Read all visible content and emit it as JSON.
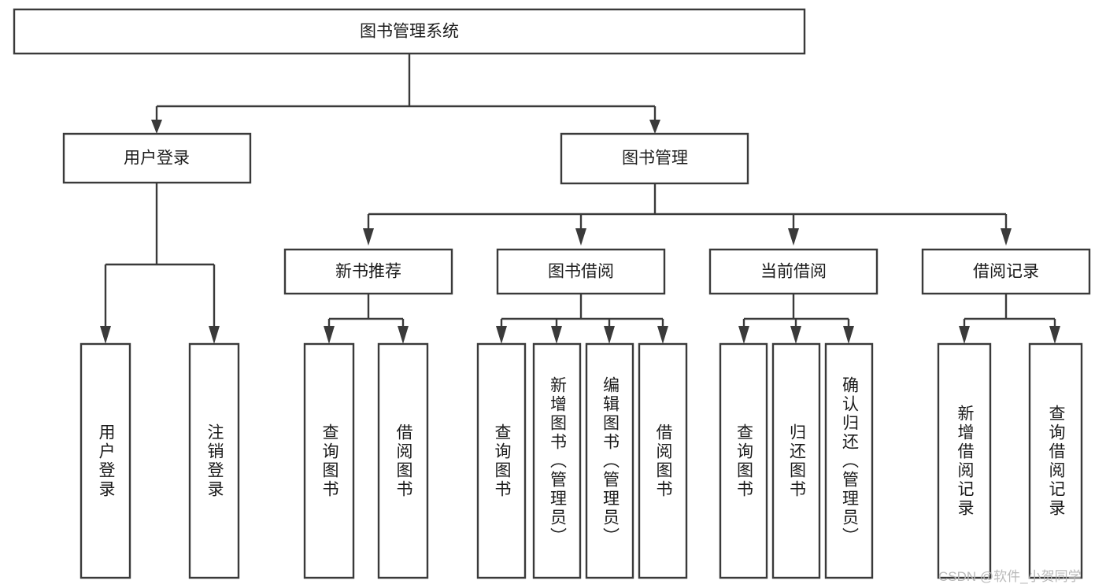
{
  "diagram": {
    "type": "tree",
    "title": "图书管理系统",
    "watermark": "CSDN @软件_小贺同学",
    "colors": {
      "box_stroke": "#3a3a3a",
      "box_fill": "#ffffff",
      "text": "#1b1b1b",
      "connector": "#3a3a3a",
      "watermark": "#b9b9b9",
      "background": "#ffffff"
    },
    "levels": {
      "root": {
        "label": "图书管理系统"
      },
      "level2": [
        {
          "label": "用户登录"
        },
        {
          "label": "图书管理"
        }
      ],
      "level3": [
        {
          "label": "新书推荐"
        },
        {
          "label": "图书借阅"
        },
        {
          "label": "当前借阅"
        },
        {
          "label": "借阅记录"
        }
      ]
    },
    "leaves": {
      "user_login": [
        {
          "label": "用户登录"
        },
        {
          "label": "注销登录"
        }
      ],
      "new_book_recommend": [
        {
          "label": "查询图书"
        },
        {
          "label": "借阅图书"
        }
      ],
      "book_borrow": [
        {
          "label": "查询图书"
        },
        {
          "label": "新增图书（管理员）"
        },
        {
          "label": "编辑图书（管理员）"
        },
        {
          "label": "借阅图书"
        }
      ],
      "current_borrow": [
        {
          "label": "查询图书"
        },
        {
          "label": "归还图书"
        },
        {
          "label": "确认归还（管理员）"
        }
      ],
      "borrow_record": [
        {
          "label": "新增借阅记录"
        },
        {
          "label": "查询借阅记录"
        }
      ]
    }
  }
}
